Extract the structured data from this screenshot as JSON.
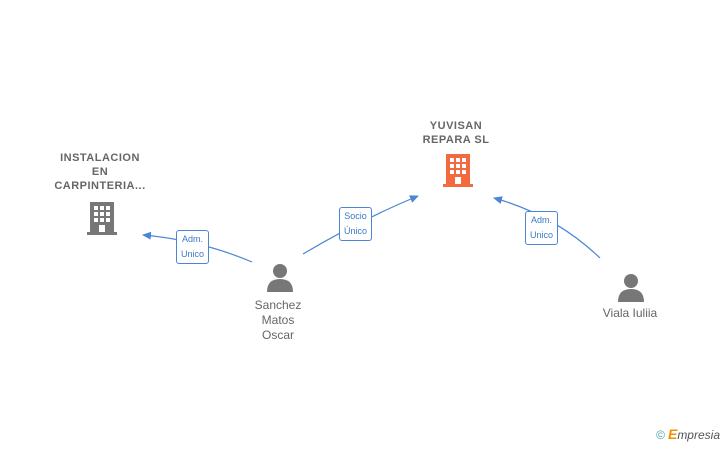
{
  "colors": {
    "edge": "#4a86d4",
    "node_gray": "#777777",
    "node_highlight": "#f26a3d"
  },
  "nodes": {
    "instalacion": {
      "label": "INSTALACION\nEN\nCARPINTERIA...",
      "icon": "building-icon"
    },
    "yuvisan": {
      "label": "YUVISAN\nREPARA  SL",
      "icon": "building-icon"
    },
    "sanchez": {
      "label": "Sanchez\nMatos\nOscar",
      "icon": "person-icon"
    },
    "viala": {
      "label": "Viala Iuliia",
      "icon": "person-icon"
    }
  },
  "edges": {
    "sanchez_instalacion": "Adm.\nUnico",
    "sanchez_yuvisan": "Socio\nÚnico",
    "viala_yuvisan": "Adm.\nUnico"
  },
  "brand": {
    "copyright": "©",
    "name_initial": "E",
    "name_rest": "mpresia"
  }
}
